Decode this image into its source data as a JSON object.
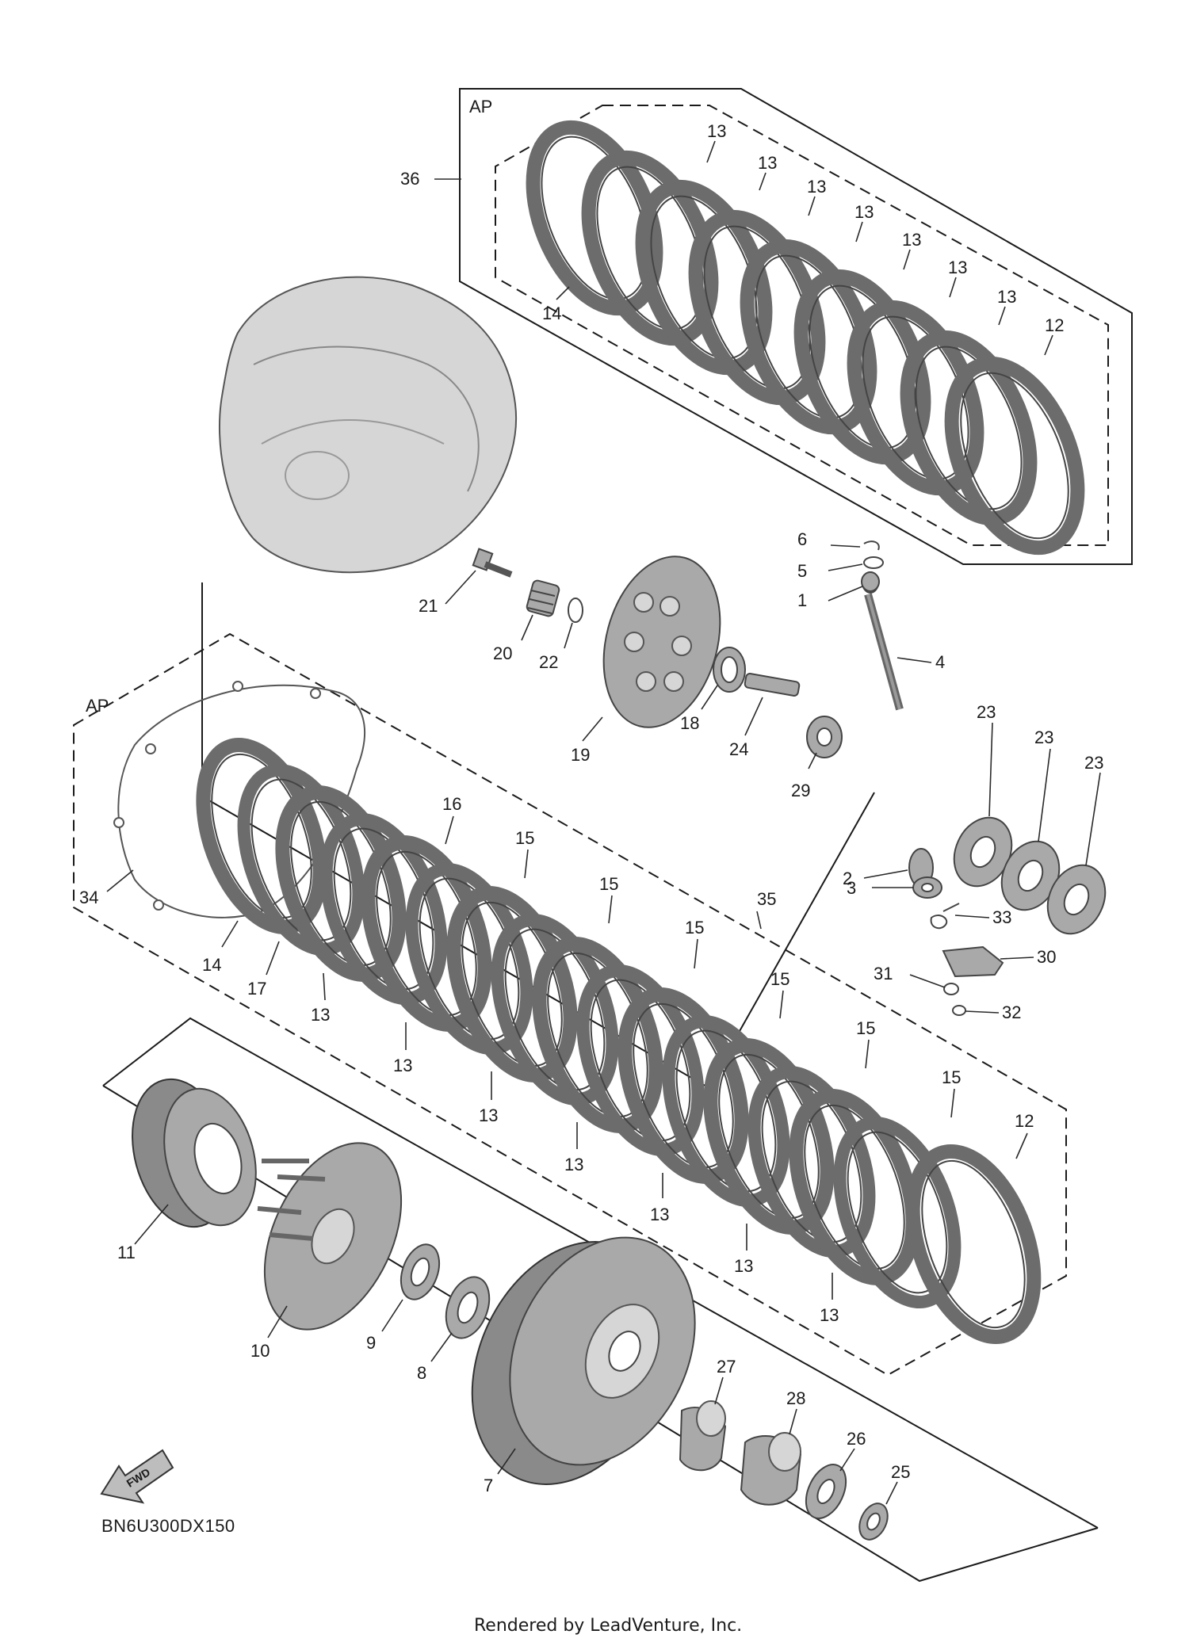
{
  "group_label": "AP",
  "diagram_code": "BN6U300DX150",
  "fwd_label": "FWD",
  "footer": "Rendered by LeadVenture, Inc.",
  "callouts": {
    "c1": "1",
    "c2": "2",
    "c3": "3",
    "c4": "4",
    "c5": "5",
    "c6": "6",
    "c7": "7",
    "c8": "8",
    "c9": "9",
    "c10": "10",
    "c11": "11",
    "c12": "12",
    "c13": "13",
    "c14": "14",
    "c15": "15",
    "c16": "16",
    "c17": "17",
    "c18": "18",
    "c19": "19",
    "c20": "20",
    "c21": "21",
    "c22": "22",
    "c23": "23",
    "c24": "24",
    "c25": "25",
    "c26": "26",
    "c27": "27",
    "c28": "28",
    "c29": "29",
    "c30": "30",
    "c31": "31",
    "c32": "32",
    "c33": "33",
    "c34": "34",
    "c35": "35",
    "c36": "36"
  }
}
